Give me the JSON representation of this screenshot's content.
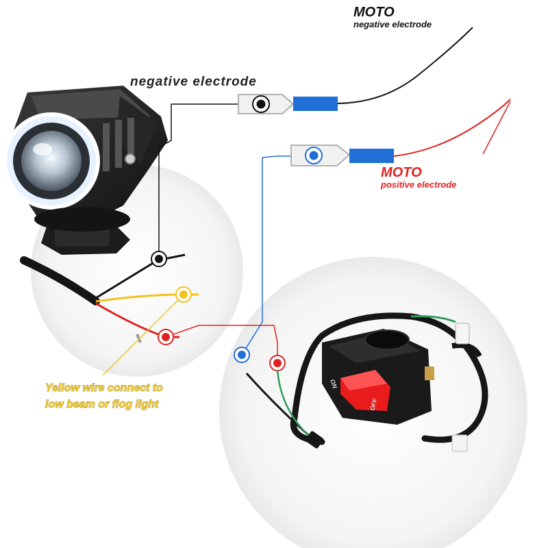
{
  "labels": {
    "moto_neg_title": "MOTO",
    "moto_neg_sub": "negative electrode",
    "neg_electrode": "negative electrode",
    "moto_pos_title": "MOTO",
    "moto_pos_sub": "positive electrode",
    "yellow_line1": "Yellow wire connect to",
    "yellow_line2": "low beam or flog light",
    "switch_on": "ON",
    "switch_off": "OFF"
  },
  "colors": {
    "negative": "#111111",
    "positive": "#e02020",
    "switch_wire": "#1f6fd6",
    "yellow_wire": "#f2c21b",
    "connector_sleeve": "#1f6fd6",
    "switch_button": "#e81c1c",
    "green_wire": "#2f9d5a"
  }
}
